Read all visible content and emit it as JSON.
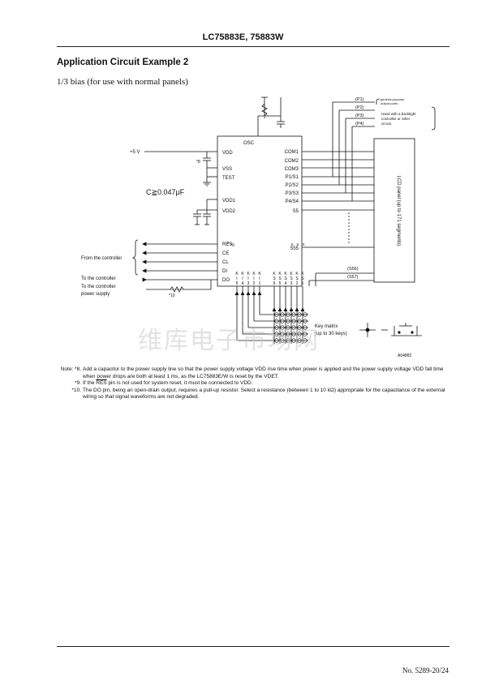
{
  "header": {
    "part_number": "LC75883E, 75883W"
  },
  "section_title": "Application Circuit Example 2",
  "subtitle": "1/3 bias (for use with normal panels)",
  "circuit": {
    "osc": "OSC",
    "plus5v": "+5 V",
    "note_8": "*8",
    "note_9": "*9",
    "note_10": "*10",
    "capacitor": "C≧0.047μF",
    "pins_left": [
      "VDD",
      "VSS",
      "TEST",
      "VDD1",
      "VDD2",
      "RES",
      "CE",
      "CL",
      "DI",
      "DO"
    ],
    "pins_right": [
      "COM1",
      "COM2",
      "COM3",
      "P1/S1",
      "P2/S2",
      "P3/S3",
      "P4/S4",
      "S5",
      "S55"
    ],
    "ports": [
      "(P1)",
      "(P2)",
      "(P3)",
      "(P4)"
    ],
    "port_note_1": "general-purpose output ports",
    "port_note_2": "Used with a backlight controller or other circuit.",
    "extra_segments": [
      "(S56)",
      "(S57)"
    ],
    "lcd_panel": "LCD panel (up to 171 segments)",
    "from_controller": "From the controller",
    "to_controller": "To the controller",
    "to_power": "To the controller power supply",
    "key_inputs": [
      "KI5",
      "KI4",
      "KI3",
      "KI2",
      "KI1"
    ],
    "key_scans": [
      "KS6",
      "KS5",
      "KS4",
      "KS3",
      "KS2",
      "KS1"
    ],
    "shared_pins": [
      "S55/KS6",
      "S56/KS5",
      "S57/KS4"
    ],
    "key_matrix": "Key matrix",
    "key_matrix_sub": "(up to 30 keys)",
    "figure_code": "A04882"
  },
  "notes": [
    {
      "tag": "Note: *8.",
      "text": "Add a capacitor to the power supply line so that the power supply voltage VDD rise time when power is applied and the power supply voltage VDD fall time when power drops are both at least 1 ms, as the LC75883E/W is reset by the VDET."
    },
    {
      "tag": "*9.",
      "text_before": "If the ",
      "overline": "RES",
      "text_after": " pin is not used for system reset, it must be connected to VDD."
    },
    {
      "tag": "*10.",
      "text": "The DO pin, being an open-drain output, requires a pull-up resistor. Select a resistance (between 1 to 10 kΩ) appropriate for the capacitance of the external wiring so that signal waveforms are not degraded."
    }
  ],
  "watermark": "维库电子市场网",
  "footer": {
    "page": "No. 5289-20/24"
  }
}
